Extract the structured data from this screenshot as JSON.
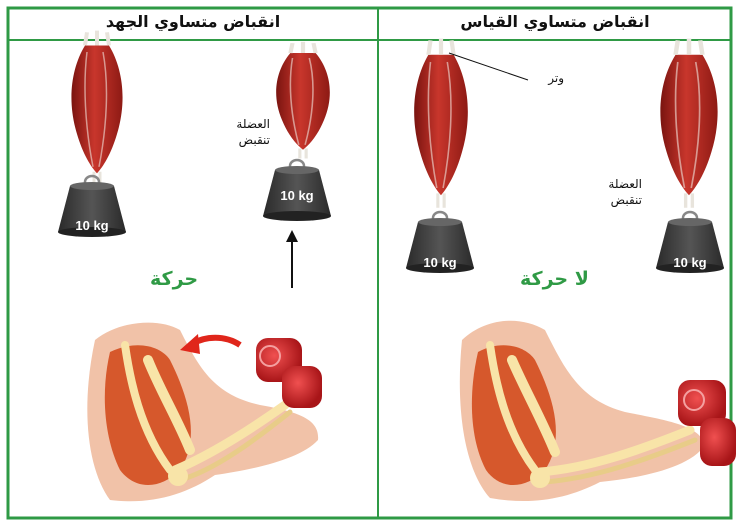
{
  "panels": {
    "left": {
      "title": "انقباض متساوي الجهد",
      "movement": "حركة",
      "muscle_label": "العضلة\nتنقبض",
      "weight_left": "10 kg",
      "weight_right": "10 kg"
    },
    "right": {
      "title": "انقباض متساوي القياس",
      "movement": "لا حركة",
      "tendon_label": "وتر",
      "muscle_label": "العضلة\nتنقبض",
      "weight_left": "10 kg",
      "weight_right": "10 kg"
    }
  },
  "colors": {
    "frame": "#2f9a45",
    "muscle": "#b82a22",
    "weight": "#3d3d3d",
    "dumbbell": "#d0282b",
    "bone": "#f3dc9a",
    "skin": "#f1c2a8",
    "arrow_red": "#e0261b"
  }
}
